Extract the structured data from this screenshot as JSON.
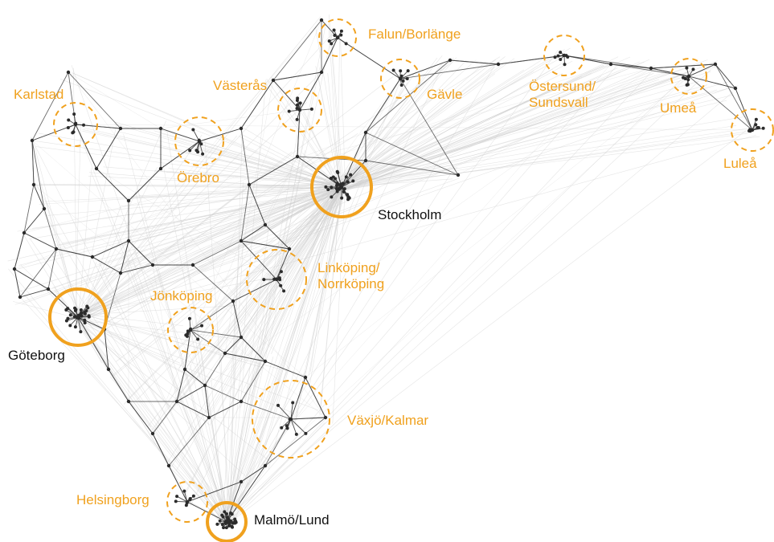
{
  "colors": {
    "accent": "#f0a11e",
    "edge_light": "#cfcfcf",
    "edge_dark": "#3a3a3a",
    "node": "#2b2b2b",
    "major_label": "#111111"
  },
  "cities": [
    {
      "id": "stockholm",
      "lines": [
        "Stockholm"
      ],
      "major": true
    },
    {
      "id": "goteborg",
      "lines": [
        "Göteborg"
      ],
      "major": true
    },
    {
      "id": "malmo-lund",
      "lines": [
        "Malmö/Lund"
      ],
      "major": true
    },
    {
      "id": "falun-borlange",
      "lines": [
        "Falun/Borlänge"
      ],
      "major": false
    },
    {
      "id": "gavle",
      "lines": [
        "Gävle"
      ],
      "major": false
    },
    {
      "id": "ostersund-sundsvall",
      "lines": [
        "Östersund/",
        "Sundsvall"
      ],
      "major": false
    },
    {
      "id": "umea",
      "lines": [
        "Umeå"
      ],
      "major": false
    },
    {
      "id": "lulea",
      "lines": [
        "Luleå"
      ],
      "major": false
    },
    {
      "id": "karlstad",
      "lines": [
        "Karlstad"
      ],
      "major": false
    },
    {
      "id": "vasteras",
      "lines": [
        "Västerås"
      ],
      "major": false
    },
    {
      "id": "orebro",
      "lines": [
        "Örebro"
      ],
      "major": false
    },
    {
      "id": "linkoping-norrkoping",
      "lines": [
        "Linköping/",
        "Norrköping"
      ],
      "major": false
    },
    {
      "id": "jonkoping",
      "lines": [
        "Jönköping"
      ],
      "major": false
    },
    {
      "id": "vaxjo-kalmar",
      "lines": [
        "Växjö/Kalmar"
      ],
      "major": false
    },
    {
      "id": "helsingborg",
      "lines": [
        "Helsingborg"
      ],
      "major": false
    }
  ]
}
